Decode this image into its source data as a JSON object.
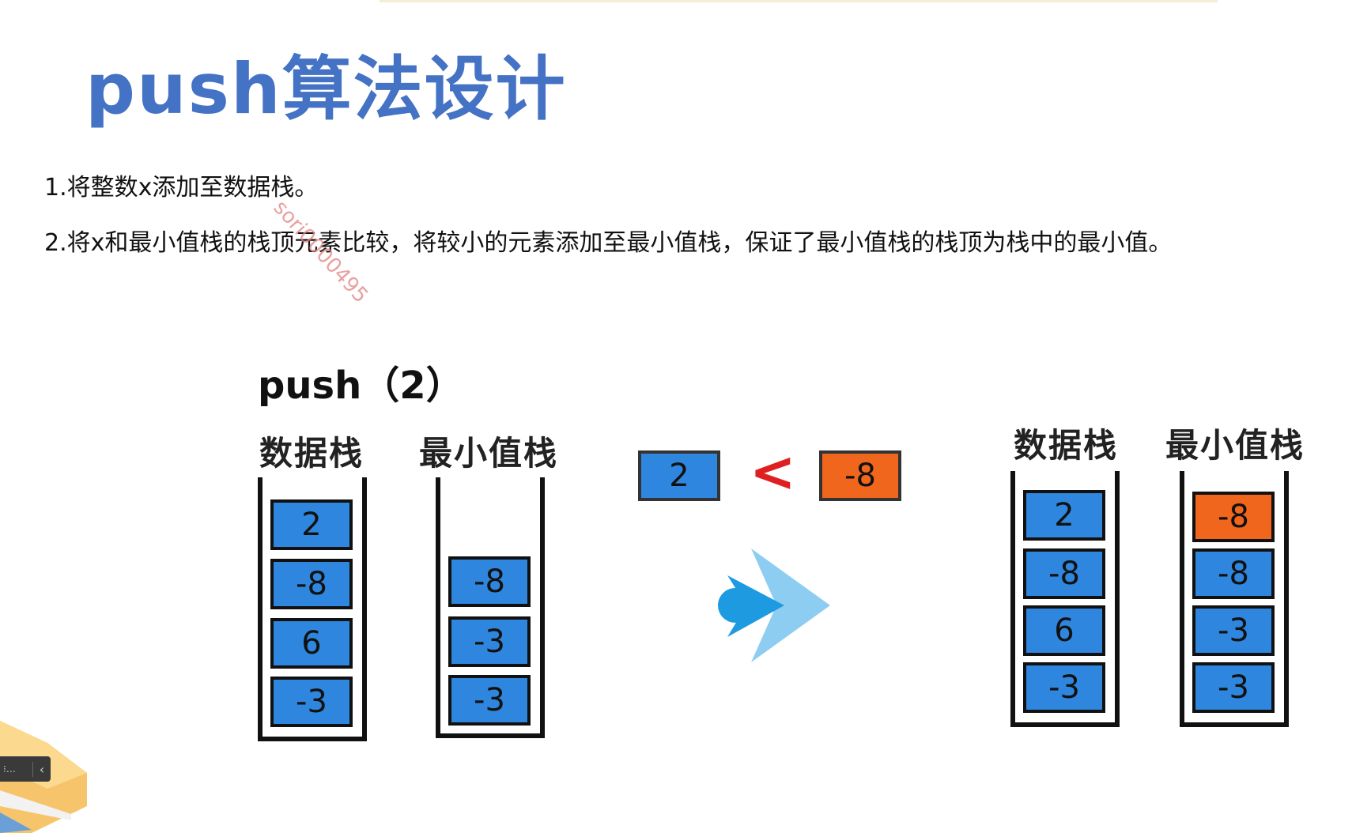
{
  "title": "push算法设计",
  "steps": [
    "1.将整数x添加至数据栈。",
    "2.将x和最小值栈的栈顶元素比较，将较小的元素添加至最小值栈，保证了最小值栈的栈顶为栈中的最小值。"
  ],
  "watermark": "sori0000495",
  "operation": "push（2）",
  "before": {
    "data_stack": {
      "label": "数据栈",
      "items": [
        "2",
        "-8",
        "6",
        "-3"
      ]
    },
    "min_stack": {
      "label": "最小值栈",
      "items": [
        "-8",
        "-3",
        "-3"
      ]
    }
  },
  "comparison": {
    "left": "2",
    "operator": "<",
    "right": "-8"
  },
  "after": {
    "data_stack": {
      "label": "数据栈",
      "items": [
        "2",
        "-8",
        "6",
        "-3"
      ]
    },
    "min_stack": {
      "label": "最小值栈",
      "items": [
        "-8",
        "-8",
        "-3",
        "-3"
      ],
      "highlight_top": true
    }
  },
  "colors": {
    "title": "#4472c4",
    "item": "#2e86de",
    "highlight": "#f0661d",
    "operator": "#e02020"
  },
  "icons": {
    "arrow": "double-chevron-right-icon"
  }
}
